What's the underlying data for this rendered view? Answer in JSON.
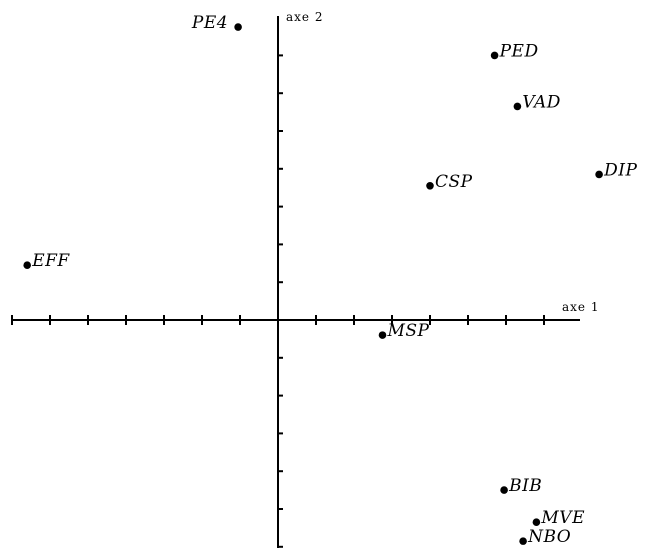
{
  "chart_data": {
    "type": "scatter",
    "xlabel": "axe 1",
    "ylabel": "axe 2",
    "xlim": [
      -7,
      8
    ],
    "ylim": [
      -6,
      8
    ],
    "x_ticks": [
      -7,
      -6,
      -5,
      -4,
      -3,
      -2,
      -1,
      0,
      1,
      2,
      3,
      4,
      5,
      6,
      7
    ],
    "y_ticks": [
      -6,
      -5,
      -4,
      -3,
      -2,
      -1,
      0,
      1,
      2,
      3,
      4,
      5,
      6,
      7
    ],
    "points": [
      {
        "label": "PE4",
        "x": -1.05,
        "y": 7.75
      },
      {
        "label": "PED",
        "x": 5.7,
        "y": 7.0
      },
      {
        "label": "VAD",
        "x": 6.3,
        "y": 5.65
      },
      {
        "label": "DIP",
        "x": 8.45,
        "y": 3.85
      },
      {
        "label": "CSP",
        "x": 4.0,
        "y": 3.55
      },
      {
        "label": "EFF",
        "x": -6.6,
        "y": 1.45
      },
      {
        "label": "MSP",
        "x": 2.75,
        "y": -0.4
      },
      {
        "label": "BIB",
        "x": 5.95,
        "y": -4.5
      },
      {
        "label": "MVE",
        "x": 6.8,
        "y": -5.35
      },
      {
        "label": "NBO",
        "x": 6.45,
        "y": -5.85
      }
    ]
  }
}
